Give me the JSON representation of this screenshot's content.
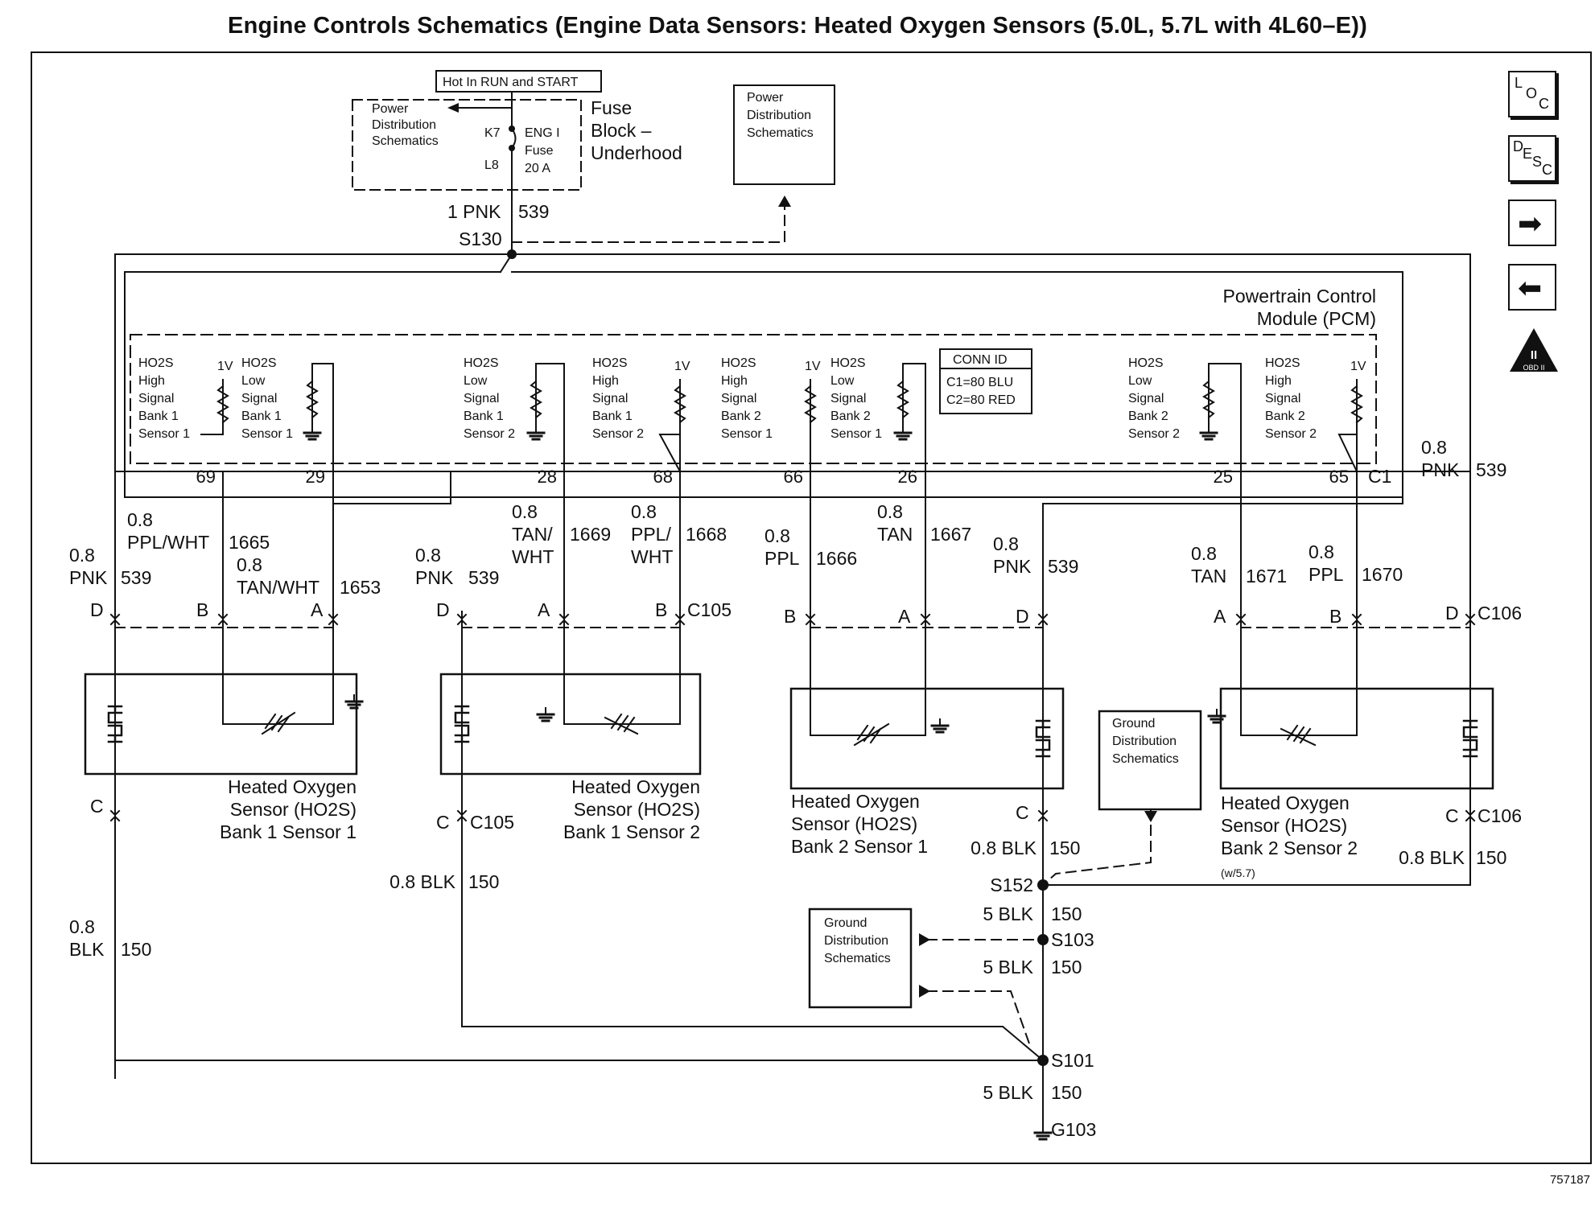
{
  "title": "Engine Controls Schematics (Engine Data Sensors: Heated Oxygen Sensors (5.0L, 5.7L with 4L60–E))",
  "figure_id": "757187",
  "nav": {
    "loc": [
      "L",
      "O",
      "C"
    ],
    "desc": [
      "D",
      "E",
      "S",
      "C"
    ],
    "next_glyph": "➡",
    "prev_glyph": "⬅",
    "obd": {
      "mark": "II",
      "label": "OBD II"
    }
  },
  "fuse_block": {
    "hot_label": "Hot In RUN and START",
    "pd_lines": [
      "Power",
      "Distribution",
      "Schematics"
    ],
    "k7": "K7",
    "l8": "L8",
    "fuse_lines": [
      "ENG I",
      "Fuse",
      "20 A"
    ],
    "name_lines": [
      "Fuse",
      "Block –",
      "Underhood"
    ]
  },
  "pd_box2": [
    "Power",
    "Distribution",
    "Schematics"
  ],
  "feed_wire": {
    "size_color": "1 PNK",
    "circuit": "539",
    "splice": "S130"
  },
  "pcm": {
    "name_lines": [
      "Powertrain Control",
      "Module (PCM)"
    ],
    "conn_id": {
      "title": "CONN ID",
      "c1": "C1=80 BLU",
      "c2": "C2=80 RED"
    },
    "connector": "C1",
    "volt_label": "1V",
    "blocks": [
      [
        "HO2S",
        "High",
        "Signal",
        "Bank 1",
        "Sensor 1"
      ],
      [
        "HO2S",
        "Low",
        "Signal",
        "Bank 1",
        "Sensor 1"
      ],
      [
        "HO2S",
        "Low",
        "Signal",
        "Bank 1",
        "Sensor 2"
      ],
      [
        "HO2S",
        "High",
        "Signal",
        "Bank 1",
        "Sensor 2"
      ],
      [
        "HO2S",
        "High",
        "Signal",
        "Bank 2",
        "Sensor 1"
      ],
      [
        "HO2S",
        "Low",
        "Signal",
        "Bank 2",
        "Sensor 1"
      ],
      [
        "HO2S",
        "Low",
        "Signal",
        "Bank 2",
        "Sensor 2"
      ],
      [
        "HO2S",
        "High",
        "Signal",
        "Bank 2",
        "Sensor 2"
      ]
    ],
    "pins": [
      "69",
      "29",
      "28",
      "68",
      "66",
      "26",
      "25",
      "65"
    ]
  },
  "wires": {
    "w1665": [
      "0.8",
      "PPL/WHT",
      "1665"
    ],
    "w1653": [
      "0.8",
      "TAN/WHT",
      "1653"
    ],
    "w539a": [
      "0.8",
      "PNK",
      "539"
    ],
    "w539b": [
      "0.8",
      "PNK",
      "539"
    ],
    "w1669": [
      "0.8",
      "TAN/",
      "WHT",
      "1669"
    ],
    "w1668": [
      "0.8",
      "PPL/",
      "WHT",
      "1668"
    ],
    "w1666": [
      "0.8",
      "PPL",
      "1666"
    ],
    "w1667": [
      "0.8",
      "TAN",
      "1667"
    ],
    "w539c": [
      "0.8",
      "PNK",
      "539"
    ],
    "w1671": [
      "0.8",
      "TAN",
      "1671"
    ],
    "w1670": [
      "0.8",
      "PPL",
      "1670"
    ],
    "w539d": [
      "0.8",
      "PNK",
      "539"
    ],
    "blk1": [
      "0.8",
      "BLK",
      "150"
    ],
    "blk2": [
      "0.8 BLK",
      "150"
    ],
    "blk3": [
      "0.8 BLK",
      "150"
    ],
    "blk4": [
      "0.8 BLK",
      "150"
    ],
    "blk5": [
      "5 BLK",
      "150"
    ],
    "blk6": [
      "5 BLK",
      "150"
    ],
    "blk7": [
      "5 BLK",
      "150"
    ]
  },
  "pins_letters": {
    "a": "A",
    "b": "B",
    "c": "C",
    "d": "D"
  },
  "connectors": {
    "c105": "C105",
    "c106": "C106"
  },
  "sensors": [
    [
      "Heated Oxygen",
      "Sensor (HO2S)",
      "Bank 1 Sensor 1"
    ],
    [
      "Heated Oxygen",
      "Sensor (HO2S)",
      "Bank 1 Sensor 2"
    ],
    [
      "Heated Oxygen",
      "Sensor (HO2S)",
      "Bank 2 Sensor 1"
    ],
    [
      "Heated Oxygen",
      "Sensor (HO2S)",
      "Bank 2 Sensor 2"
    ]
  ],
  "sensor4_note": "(w/5.7)",
  "ground_boxes": [
    [
      "Ground",
      "Distribution",
      "Schematics"
    ],
    [
      "Ground",
      "Distribution",
      "Schematics"
    ]
  ],
  "splices": {
    "s152": "S152",
    "s103": "S103",
    "s101": "S101",
    "g103": "G103"
  }
}
